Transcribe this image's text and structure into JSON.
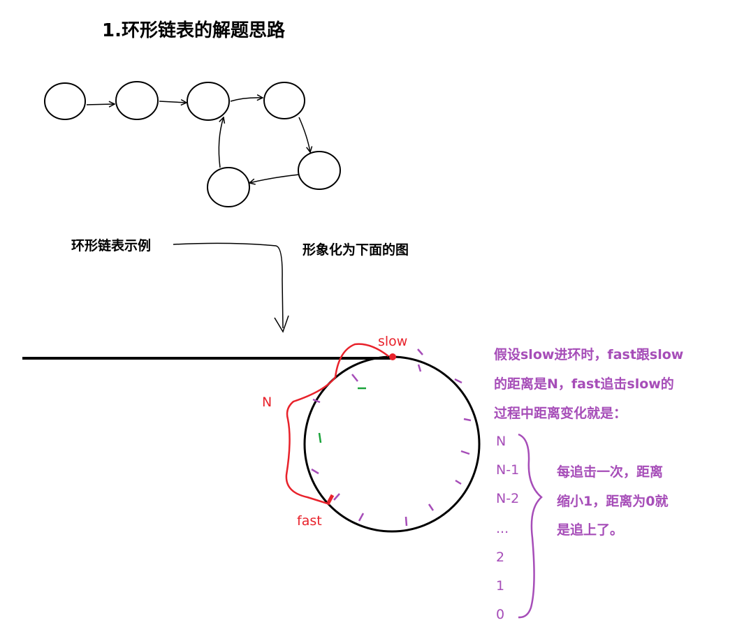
{
  "title": "1.环形链表的解题思路",
  "example_label": "环形链表示例",
  "visualize_label": "形象化为下面的图",
  "slow_label": "slow",
  "fast_label": "fast",
  "n_label": "N",
  "explanation_lines": [
    "假设slow进环时，fast跟slow",
    "的距离是N，fast追击slow的",
    "过程中距离变化就是："
  ],
  "distance_sequence": [
    "N",
    "N-1",
    "N-2",
    "...",
    "2",
    "1",
    "0"
  ],
  "conclusion_lines": [
    "每追击一次，距离",
    "缩小1，距离为0就",
    "是追上了。"
  ],
  "colors": {
    "ink": "#000000",
    "red": "#e8222b",
    "purple": "#a64db8",
    "green": "#1aa33a"
  }
}
